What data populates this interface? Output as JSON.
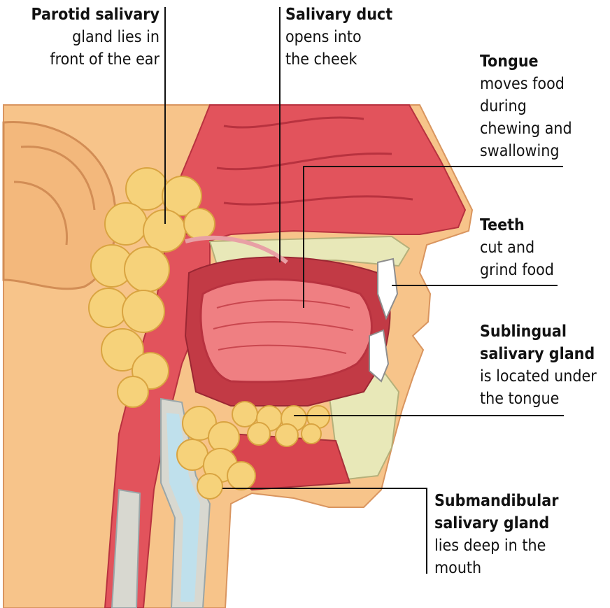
{
  "labels": {
    "parotid": {
      "title": "Parotid salivary",
      "lines": [
        "gland lies in",
        "front of the ear"
      ]
    },
    "duct": {
      "title": "Salivary duct",
      "lines": [
        "opens into",
        "the cheek"
      ]
    },
    "tongue": {
      "title": "Tongue",
      "lines": [
        "moves food",
        "during",
        "chewing and",
        "swallowing"
      ]
    },
    "teeth": {
      "title": "Teeth",
      "lines": [
        "cut and",
        "grind food"
      ]
    },
    "sublingual": {
      "title": [
        "Sublingual",
        "salivary gland"
      ],
      "lines": [
        "is located under",
        "the tongue"
      ]
    },
    "submandibular": {
      "title": [
        "Submandibular",
        "salivary gland"
      ],
      "lines": [
        "lies deep in the",
        "mouth"
      ]
    }
  },
  "colors": {
    "skin": "#f7c48a",
    "skin_shadow": "#e9a86e",
    "tissue": "#e2535c",
    "tissue_light": "#ef7f82",
    "tissue_dark": "#c23a45",
    "gland": "#f6d27a",
    "gland_edge": "#d9a441",
    "bone": "#e8e8b8",
    "airway": "#bfe0ec",
    "line": "#111111"
  }
}
